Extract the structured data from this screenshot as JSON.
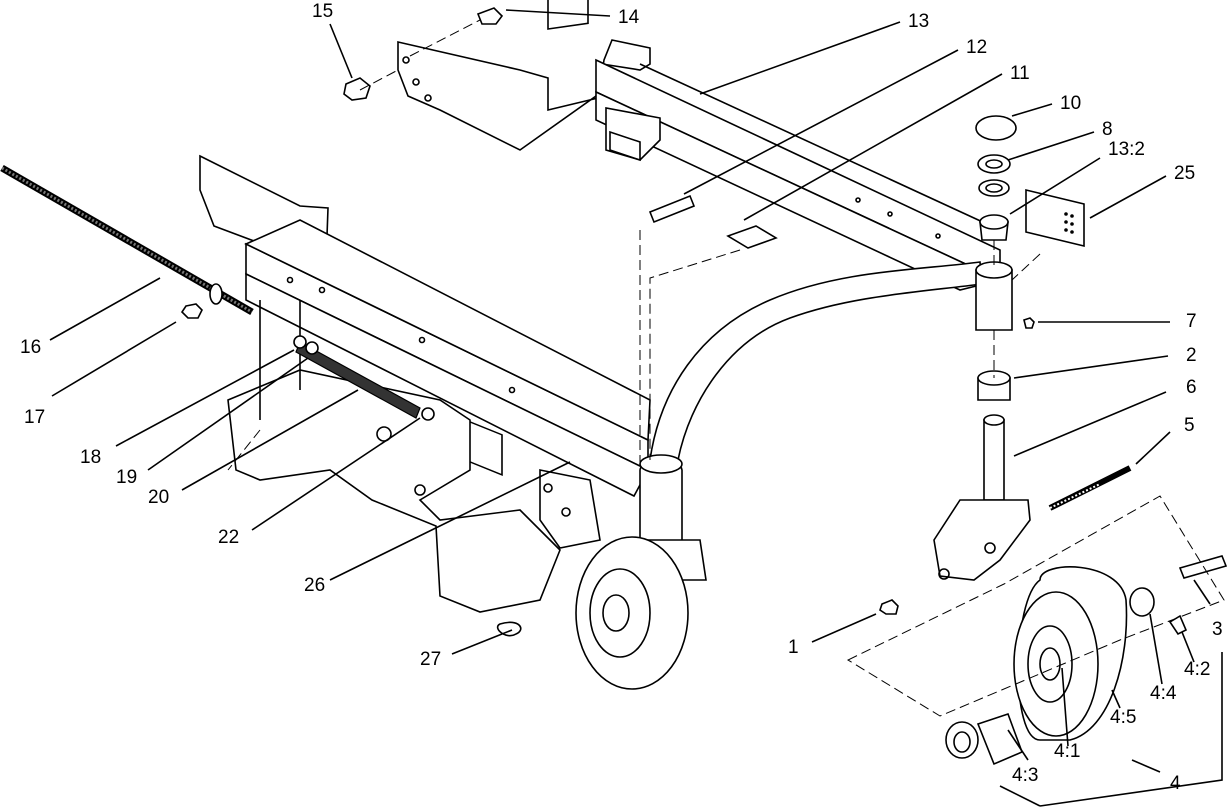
{
  "callouts": {
    "c1": "1",
    "c2": "2",
    "c3": "3",
    "c4": "4",
    "c4_1": "4:1",
    "c4_2": "4:2",
    "c4_3": "4:3",
    "c4_4": "4:4",
    "c4_5": "4:5",
    "c5": "5",
    "c6": "6",
    "c7": "7",
    "c8": "8",
    "c10": "10",
    "c11": "11",
    "c12": "12",
    "c13": "13",
    "c13_2": "13:2",
    "c14": "14",
    "c15": "15",
    "c16": "16",
    "c17": "17",
    "c18": "18",
    "c19": "19",
    "c20": "20",
    "c22": "22",
    "c25": "25",
    "c26": "26",
    "c27": "27"
  }
}
